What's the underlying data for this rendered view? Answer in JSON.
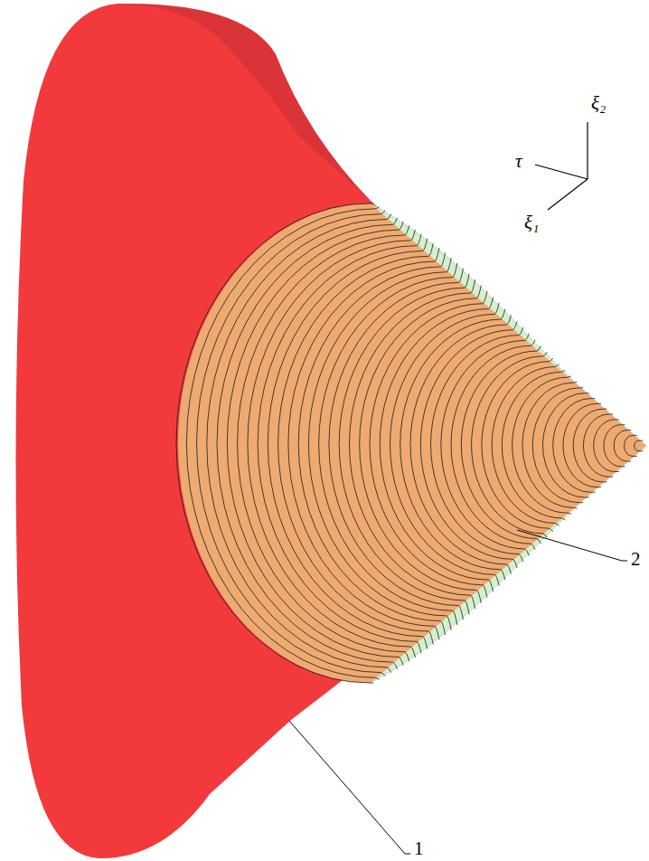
{
  "diagram": {
    "labels": [
      "ξ₂",
      "τ",
      "ξ₁",
      "2",
      "1"
    ]
  }
}
